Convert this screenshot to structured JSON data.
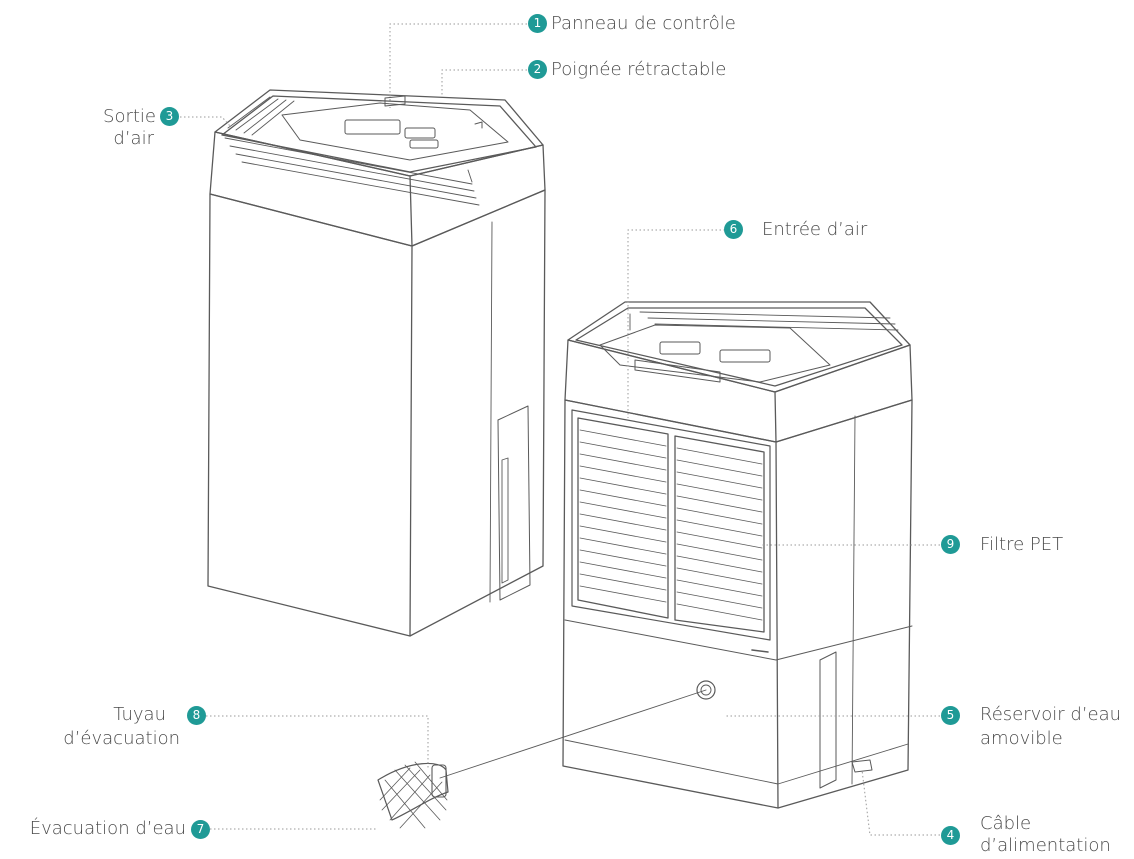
{
  "diagram": {
    "accent_color": "#1f9a96",
    "line_color": "#5a5a5a",
    "callouts": [
      {
        "number": "1",
        "label": "Panneau de contrôle"
      },
      {
        "number": "2",
        "label": "Poignée rétractable"
      },
      {
        "number": "3",
        "label_line1": "Sortie",
        "label_line2": "d’air"
      },
      {
        "number": "6",
        "label": "Entrée d’air"
      },
      {
        "number": "9",
        "label": "Filtre PET"
      },
      {
        "number": "8",
        "label_line1": "Tuyau",
        "label_line2": "d’évacuation"
      },
      {
        "number": "5",
        "label_line1": "Réservoir d’eau",
        "label_line2": "amovible"
      },
      {
        "number": "7",
        "label": "Évacuation d’eau"
      },
      {
        "number": "4",
        "label_line1": "Câble",
        "label_line2": "d’alimentation"
      }
    ]
  }
}
